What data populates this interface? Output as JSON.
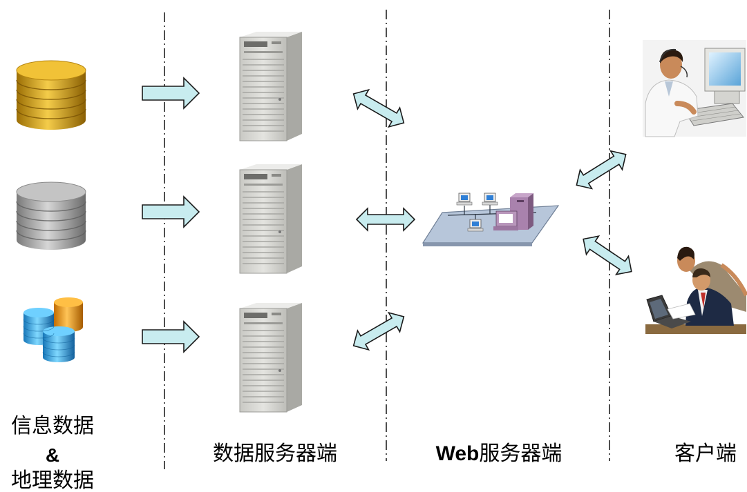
{
  "columns": {
    "data_source": {
      "line1": "信息数据",
      "line2": "&",
      "line3": "地理数据"
    },
    "data_server": {
      "label": "数据服务器端"
    },
    "web_server": {
      "prefix": "Web",
      "suffix": "服务器端"
    },
    "client": {
      "label": "客户端"
    }
  },
  "colors": {
    "arrow_fill": "#c8ecef",
    "arrow_stroke": "#1a1a1a",
    "db_gold": "#d9a620",
    "db_gray": "#a9a9a9",
    "db_blue": "#38b3e6",
    "server_body": "#d6d6d2",
    "network_plate": "#b7c6da"
  },
  "icons": [
    "gold-database-icon",
    "gray-database-icon",
    "blue-orange-database-cluster-icon",
    "server-tower-icon",
    "network-lan-icon",
    "user-headset-computer-icon",
    "two-users-laptop-icon"
  ]
}
